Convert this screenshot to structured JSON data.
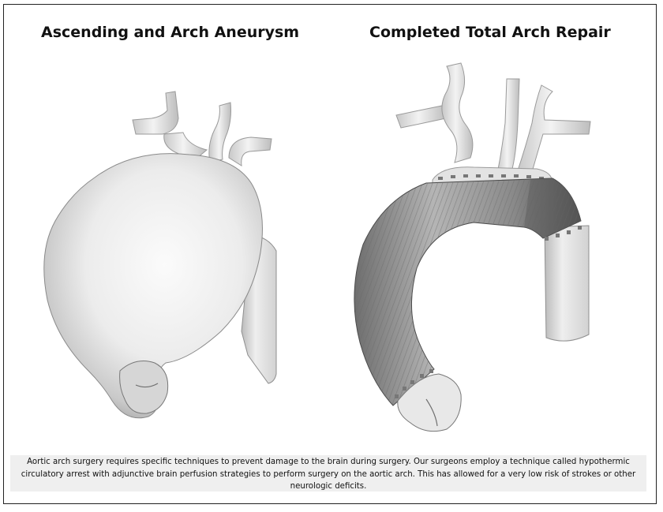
{
  "panels": {
    "left": {
      "title": "Ascending and Arch Aneurysm"
    },
    "right": {
      "title": "Completed Total Arch Repair"
    }
  },
  "caption": {
    "text": "Aortic arch surgery requires specific techniques to prevent damage to the brain during surgery. Our surgeons employ a technique called hypothermic circulatory arrest with adjunctive brain perfusion strategies to perform surgery on the aortic arch. This has allowed for a very low risk of strokes or other neurologic deficits."
  },
  "colors": {
    "tissue": "#e6e6e6",
    "graft": "#8c8c8c",
    "graft_dark": "#5a5a5a",
    "caption_bg": "#efefef"
  }
}
